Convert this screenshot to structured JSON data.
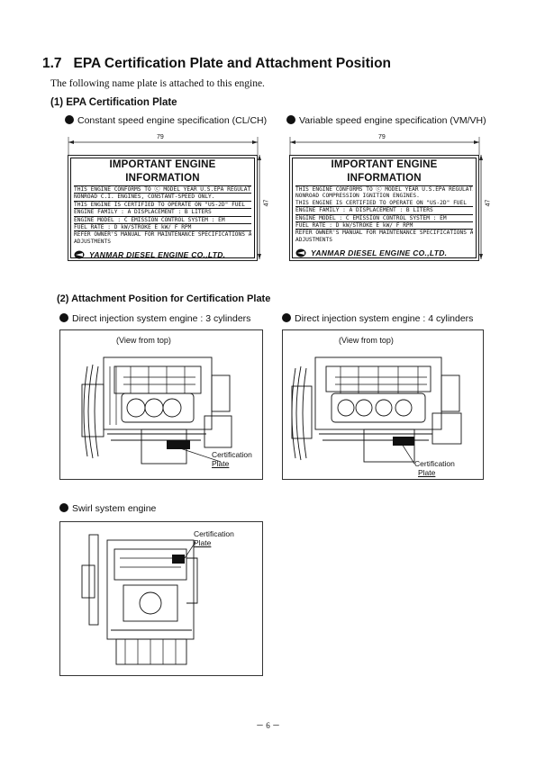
{
  "section": {
    "number": "1.7",
    "title": "EPA Certification Plate and Attachment Position"
  },
  "intro": "The following name plate is attached to this engine.",
  "sub1": "(1)  EPA  Certification  Plate",
  "spec_left": "Constant speed engine specification  (CL/CH)",
  "spec_right": "Variable speed engine specification  (VM/VH)",
  "dim_width": "79",
  "dim_height": "47",
  "plate_left": {
    "title": "IMPORTANT ENGINE INFORMATION",
    "line1": "THIS ENGINE CONFORMS TO  ⓒ  MODEL YEAR U.S.EPA REGULATIONS",
    "line2": "NONROAD C.I. ENGINES, CONSTANT-SPEED ONLY.",
    "line3": "THIS ENGINE IS CERTIFIED TO OPERATE ON \"US-2D\" FUEL",
    "line4": "ENGINE FAMILY :    A        DISPLACEMENT :   B   LITERS",
    "line5": "ENGINE MODEL  :    C        EMISSION CONTROL SYSTEM : EM",
    "line6": "FUEL RATE : D kW/STROKE  E kW/  F  RPM",
    "line7": "REFER OWNER'S MANUAL FOR MAINTENANCE SPECIFICATIONS AND",
    "line8": "ADJUSTMENTS",
    "maker": "YANMAR DIESEL ENGINE CO.,LTD."
  },
  "plate_right": {
    "title": "IMPORTANT ENGINE INFORMATION",
    "line1": "THIS ENGINE CONFORMS TO  ⓒ  MODEL YEAR U.S.EPA REGULATIONS",
    "line2": "NONROAD COMPRESSION IGNITION ENGINES.",
    "line3": "THIS ENGINE IS CERTIFIED TO OPERATE ON \"US-2D\" FUEL",
    "line4": "ENGINE FAMILY :    A        DISPLACEMENT :   B   LITERS",
    "line5": "ENGINE MODEL  :    C        EMISSION CONTROL SYSTEM : EM",
    "line6": "FUEL RATE : D kW/STROKE  E kW/  F  RPM",
    "line7": "REFER OWNER'S MANUAL FOR MAINTENANCE SPECIFICATIONS AND",
    "line8": "ADJUSTMENTS",
    "maker": "YANMAR DIESEL ENGINE CO.,LTD."
  },
  "sub2": "(2)  Attachment Position for Certification Plate",
  "direct3": "Direct injection system engine : 3 cylinders",
  "direct4": "Direct injection system engine : 4 cylinders",
  "view_top": "(View from top)",
  "cert_line1": "Certification",
  "cert_line2": "Plate",
  "swirl": "Swirl system engine",
  "page_number": "－ 6 －"
}
